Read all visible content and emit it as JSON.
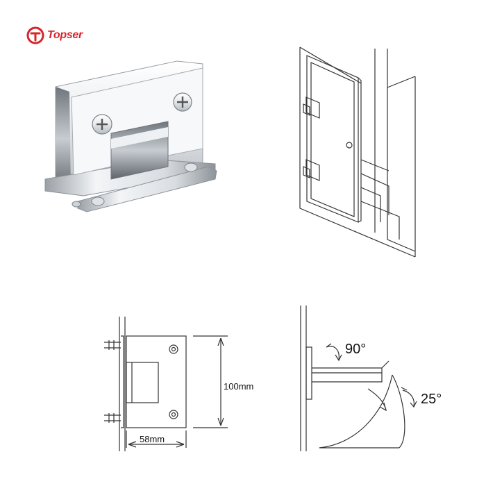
{
  "brand": {
    "name": "Topser",
    "color": "#d8242a"
  },
  "dimensions": {
    "height_label": "100mm",
    "width_label": "58mm"
  },
  "angles": {
    "open_label": "90°",
    "back_label": "25°"
  },
  "colors": {
    "line": "#333333",
    "chrome_light": "#f4f6f8",
    "chrome_mid": "#c9cdd2",
    "chrome_dark": "#7d838a"
  }
}
